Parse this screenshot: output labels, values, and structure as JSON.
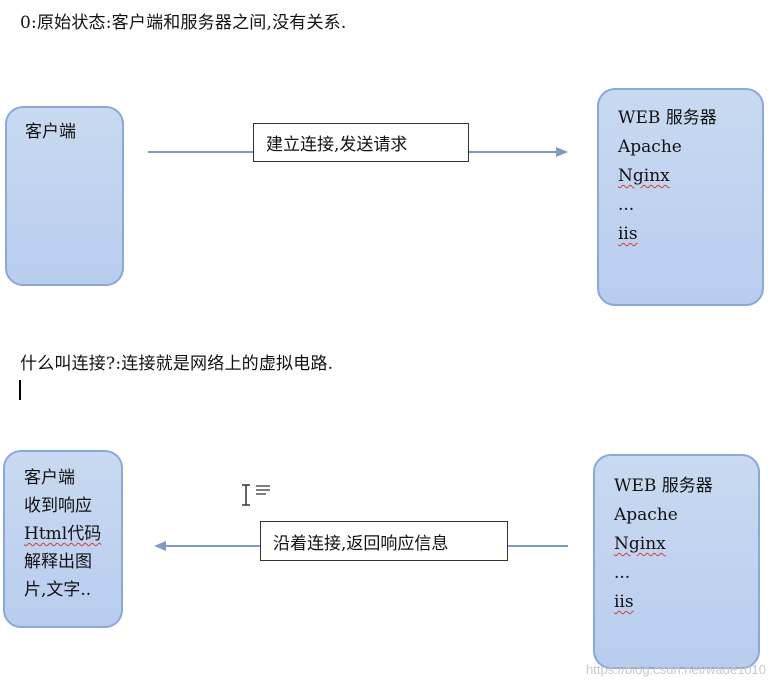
{
  "heading_top": "0:原始状态:客户端和服务器之间,没有关系.",
  "heading_mid": "什么叫连接?:连接就是网络上的虚拟电路.",
  "diagram1": {
    "client_box": [
      "客户端"
    ],
    "server_box": [
      "WEB 服务器",
      "Apache",
      "Nginx",
      "...",
      "iis"
    ],
    "arrow_label": "建立连接,发送请求"
  },
  "diagram2": {
    "client_box": [
      "客户端",
      "收到响应",
      "Html代码",
      "解释出图",
      "片,文字.."
    ],
    "server_box": [
      "WEB 服务器",
      "Apache",
      "Nginx",
      "...",
      "iis"
    ],
    "arrow_label": "沿着连接,返回响应信息"
  },
  "watermark": "https://blog.csdn.net/wade1010",
  "colors": {
    "box_fill": "#c3d5f0",
    "box_border": "#8aa8d8",
    "arrow": "#7f9bc4"
  }
}
